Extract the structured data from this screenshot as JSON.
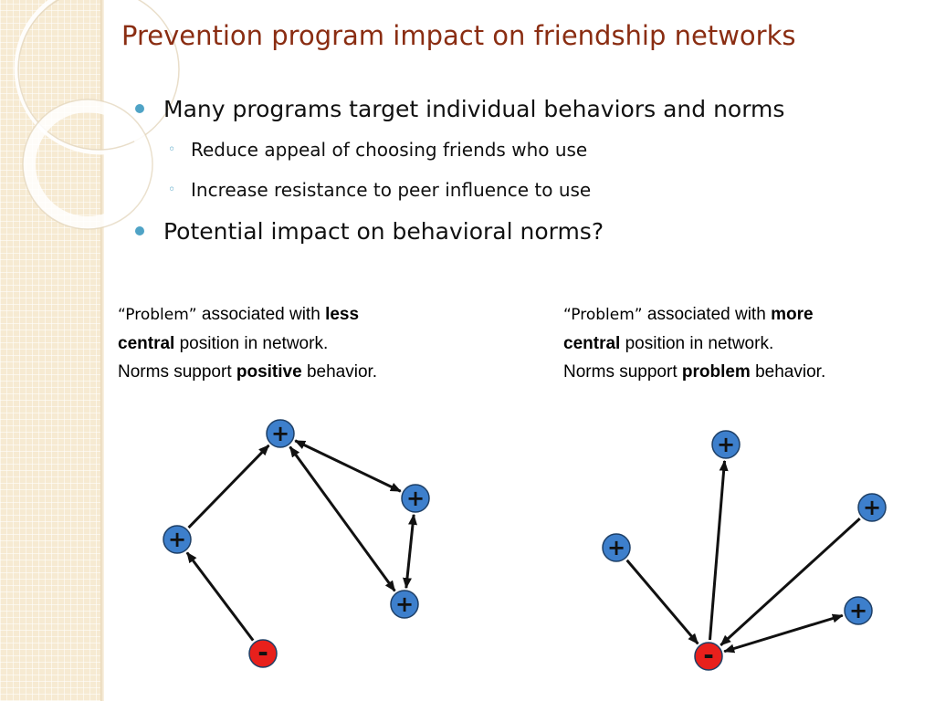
{
  "slide": {
    "title": "Prevention program impact on friendship networks",
    "bullets": {
      "first": "Many programs target individual behaviors and norms",
      "sub1": "Reduce appeal of choosing friends who use",
      "sub2": "Increase resistance to peer influence to use",
      "second": "Potential impact on behavioral norms?"
    },
    "left_caption": {
      "problem": "“Problem”",
      "associated": " associated with ",
      "emph1": "less",
      "emph2": "central",
      "pos_text": " position in network.",
      "norms": "Norms support ",
      "emph3": "positive",
      "behavior": " behavior."
    },
    "right_caption": {
      "problem": "“Problem”",
      "associated": " associated with ",
      "emph1": "more",
      "emph2": "central",
      "pos_text": " position in network.",
      "norms": "Norms support ",
      "emph3": "problem",
      "behavior": " behavior."
    },
    "symbols": {
      "plus": "+",
      "minus": "-"
    },
    "colors": {
      "positive_node": "#3d7fcc",
      "negative_node": "#e8201c",
      "title": "#8a2d12",
      "bullet": "#4fa3c6"
    }
  }
}
